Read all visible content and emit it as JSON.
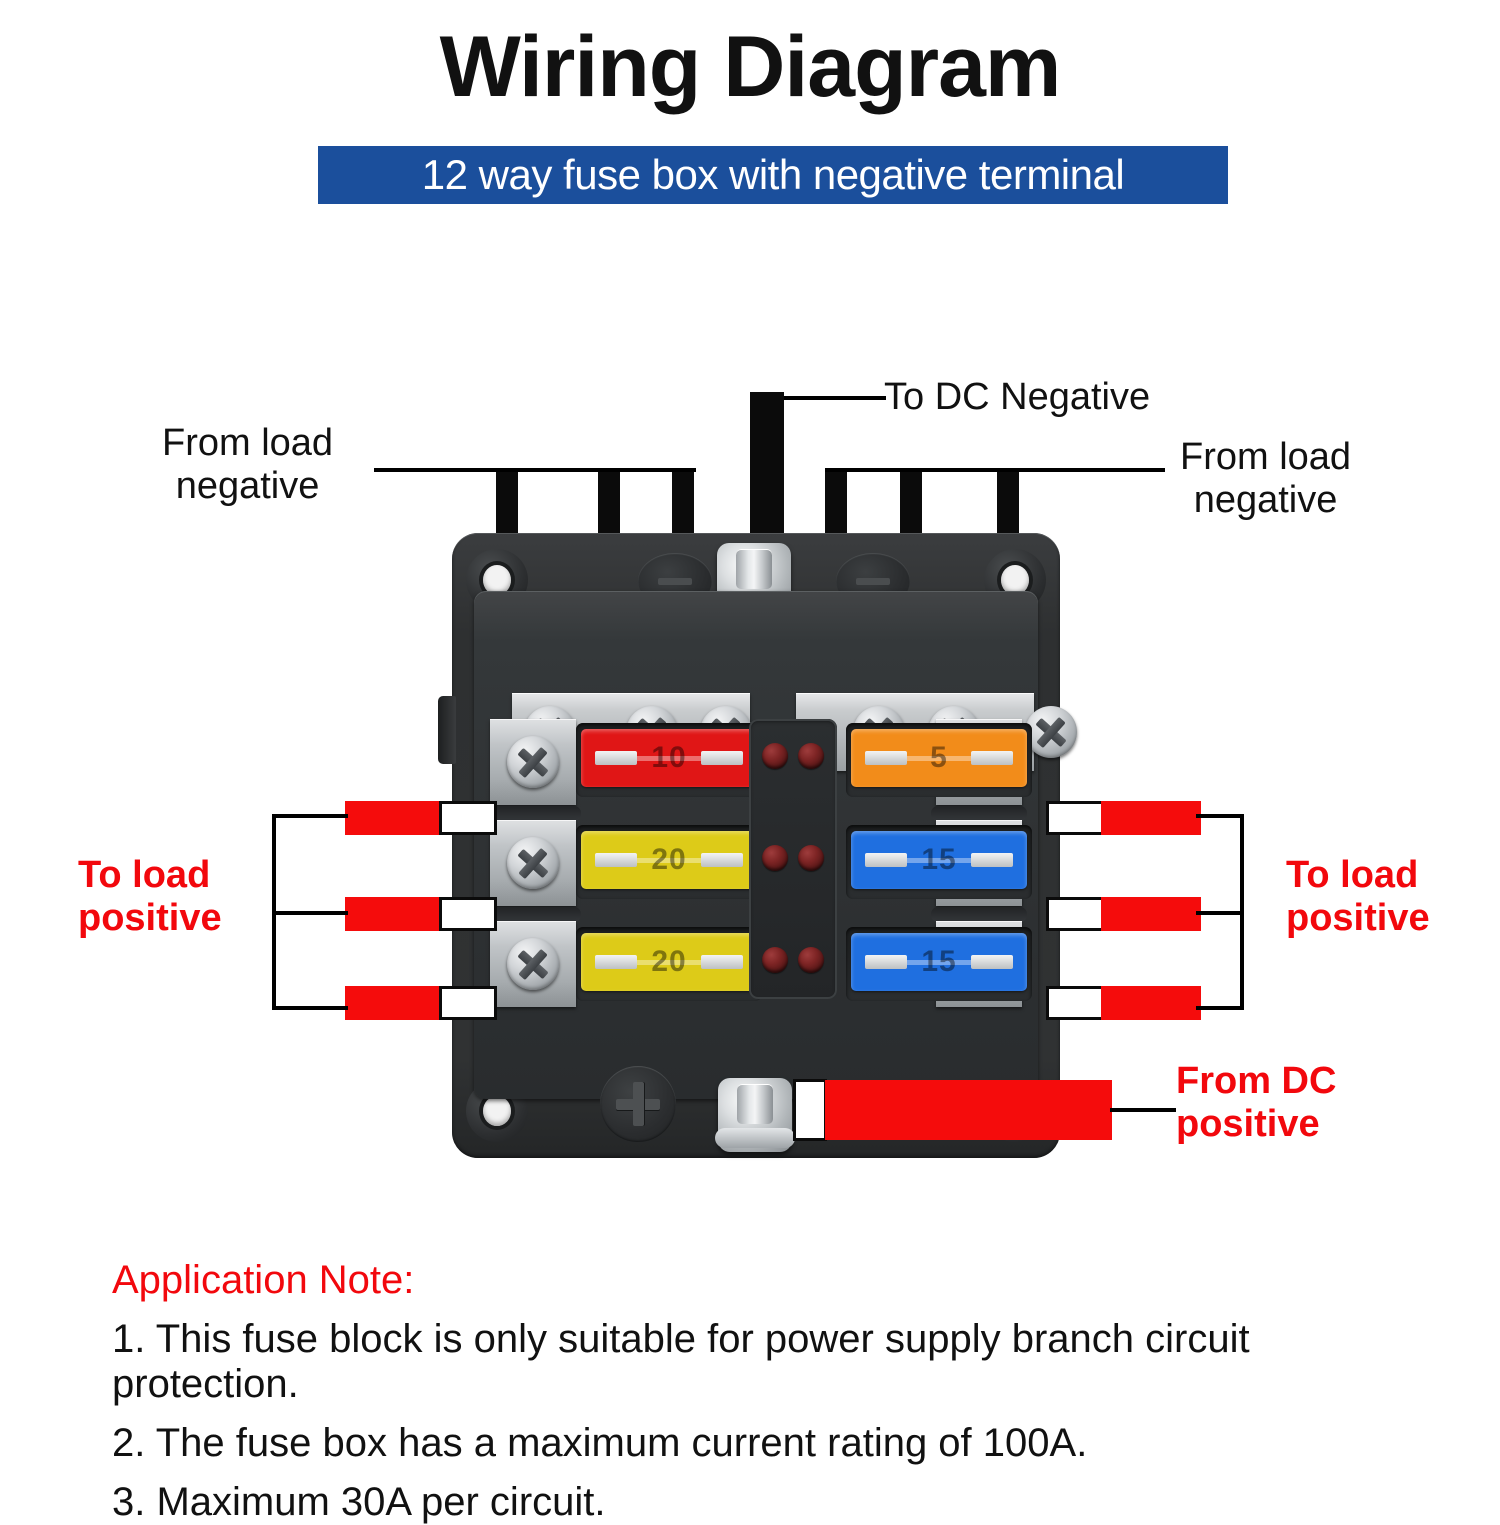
{
  "header": {
    "title": "Wiring Diagram",
    "subtitle": "12 way fuse box with negative terminal"
  },
  "callouts": {
    "to_dc_negative": "To DC Negative",
    "from_load_negative_left_line1": "From load",
    "from_load_negative_left_line2": "negative",
    "from_load_negative_right_line1": "From load",
    "from_load_negative_right_line2": "negative",
    "to_load_positive_left_line1": "To load",
    "to_load_positive_left_line2": "positive",
    "to_load_positive_right_line1": "To load",
    "to_load_positive_right_line2": "positive",
    "from_dc_positive_line1": "From DC",
    "from_dc_positive_line2": "positive"
  },
  "device": {
    "negative_badge_symbol": "minus",
    "positive_badge_symbol": "plus",
    "negative_stud_name": "negative-stud-terminal",
    "positive_stud_name": "positive-stud-terminal",
    "negative_bus_screws": 6,
    "positive_rail_screws": 6,
    "led_indicator_count": 6,
    "fuses": [
      {
        "slot": 1,
        "side": "left",
        "rating": "10",
        "color": "#e01616",
        "name": "fuse-red-10a"
      },
      {
        "slot": 2,
        "side": "left",
        "rating": "20",
        "color": "#ddcb18",
        "name": "fuse-yellow-20a"
      },
      {
        "slot": 3,
        "side": "left",
        "rating": "20",
        "color": "#ddcb18",
        "name": "fuse-yellow-20a"
      },
      {
        "slot": 4,
        "side": "right",
        "rating": "5",
        "color": "#f28c1a",
        "name": "fuse-orange-5a"
      },
      {
        "slot": 5,
        "side": "right",
        "rating": "15",
        "color": "#1f6fe0",
        "name": "fuse-blue-15a"
      },
      {
        "slot": 6,
        "side": "right",
        "rating": "15",
        "color": "#1f6fe0",
        "name": "fuse-blue-15a"
      }
    ]
  },
  "note": {
    "heading": "Application Note:",
    "lines": [
      "1. This fuse block is only suitable for power supply branch circuit protection.",
      "2. The fuse box has a maximum current rating of 100A.",
      "3. Maximum 30A per circuit."
    ]
  },
  "colors": {
    "accent_blue": "#1b4f9c",
    "wire_red": "#f50c0c",
    "wire_black": "#0b0b0b",
    "label_red": "#f2080d"
  }
}
